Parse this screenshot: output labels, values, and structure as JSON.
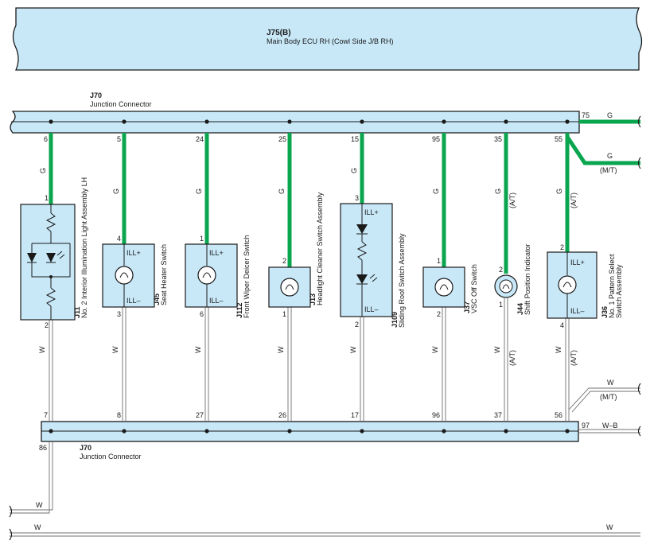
{
  "ecu": {
    "code": "J75(B)",
    "name": "Main Body ECU RH (Cowl Side J/B RH)"
  },
  "top_connector": {
    "code": "J70",
    "name": "Junction Connector"
  },
  "bottom_connector": {
    "code": "J70",
    "name": "Junction Connector"
  },
  "colors": {
    "green_wire": "#0aa64f",
    "box_fill": "#c8e8f8",
    "outline": "#1a1a1a"
  },
  "devices": [
    {
      "id": "J11",
      "code": "J11",
      "name": "No. 2 Interior Illumination Light Assembly LH",
      "top_pin": "6",
      "wire_top": "G",
      "dev_pin_top": "1",
      "dev_pin_bottom": "2",
      "wire_bottom": "W",
      "bottom_pin": "7"
    },
    {
      "id": "J45",
      "code": "J45",
      "name": "Seat Heater Switch",
      "ill_plus": "ILL+",
      "ill_minus": "ILL–",
      "top_pin": "5",
      "wire_top": "G",
      "dev_pin_top": "4",
      "dev_pin_bottom": "3",
      "wire_bottom": "W",
      "bottom_pin": "8"
    },
    {
      "id": "J112",
      "code": "J112",
      "name": "Front Wiper Deicer Switch",
      "ill_plus": "ILL+",
      "ill_minus": "ILL–",
      "top_pin": "24",
      "wire_top": "G",
      "dev_pin_top": "1",
      "dev_pin_bottom": "6",
      "wire_bottom": "W",
      "bottom_pin": "27"
    },
    {
      "id": "J13",
      "code": "J13",
      "name": "Headlight Cleaner Switch Assembly",
      "top_pin": "25",
      "wire_top": "G",
      "dev_pin_top": "2",
      "dev_pin_bottom": "1",
      "wire_bottom": "W",
      "bottom_pin": "26"
    },
    {
      "id": "J109",
      "code": "J109",
      "name": "Sliding Roof Switch Assembly",
      "ill_plus": "ILL+",
      "ill_minus": "ILL–",
      "top_pin": "15",
      "wire_top": "G",
      "dev_pin_top": "3",
      "dev_pin_bottom": "2",
      "wire_bottom": "W",
      "bottom_pin": "17"
    },
    {
      "id": "J37",
      "code": "J37",
      "name": "VSC Off Switch",
      "top_pin": "95",
      "wire_top": "G",
      "dev_pin_top": "1",
      "dev_pin_bottom": "2",
      "wire_bottom": "W",
      "bottom_pin": "96"
    },
    {
      "id": "J44",
      "code": "J44",
      "name": "Shift Position Indicator",
      "variant": "(A/T)",
      "top_pin": "35",
      "wire_top": "G",
      "dev_pin_top": "2",
      "dev_pin_bottom": "1",
      "wire_bottom": "W",
      "bottom_pin": "37"
    },
    {
      "id": "J36",
      "code": "J36",
      "name_line1": "No. 1 Pattern Select",
      "name_line2": "Switch Assembly",
      "ill_plus": "ILL+",
      "ill_minus": "ILL–",
      "variant": "(A/T)",
      "top_pin": "55",
      "wire_top": "G",
      "dev_pin_top": "2",
      "dev_pin_bottom": "4",
      "wire_bottom": "W",
      "bottom_pin": "56"
    }
  ],
  "right_wires": {
    "top_pin_75": "75",
    "top_g": "G",
    "branch_g": "G",
    "branch_mt": "(M/T)",
    "bottom_pin_97": "97",
    "bottom_wb": "W–B",
    "branch_w": "W",
    "branch_mt_bottom": "(M/T)"
  },
  "left_wires": {
    "pin_86": "86",
    "w_left": "W"
  },
  "bottom_line": {
    "w_left": "W",
    "w_right": "W"
  }
}
